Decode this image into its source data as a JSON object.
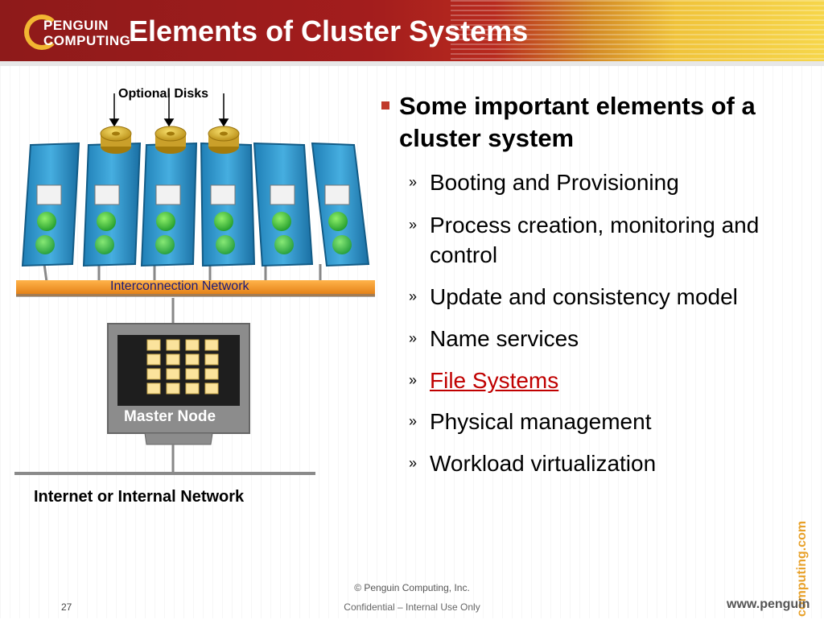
{
  "header": {
    "title": "Elements of Cluster Systems",
    "logo_line1": "PENGUIN",
    "logo_line2": "COMPUTING"
  },
  "diagram": {
    "disks_label": "Optional Disks",
    "network_label": "Interconnection Network",
    "master_label": "Master Node",
    "internet_label": "Internet or Internal Network"
  },
  "content": {
    "main_bullet": "Some important elements of a cluster system",
    "items": [
      {
        "label": "Booting and Provisioning"
      },
      {
        "label": "Process creation, monitoring and control"
      },
      {
        "label": "Update and consistency model"
      },
      {
        "label": "Name services"
      },
      {
        "label": "File Systems"
      },
      {
        "label": "Physical management"
      },
      {
        "label": "Workload virtualization"
      }
    ]
  },
  "footer": {
    "copyright": "© Penguin Computing, Inc.",
    "confidential": "Confidential – Internal Use Only",
    "page_number": "27",
    "url_main": "www.penguin",
    "url_side": "computing.com"
  },
  "colors": {
    "header_red": "#a31d1d",
    "link_red": "#c00000",
    "bullet_red": "#c0392b",
    "network_orange": "#f39a1f",
    "node_blue": "#3b9fd4"
  }
}
